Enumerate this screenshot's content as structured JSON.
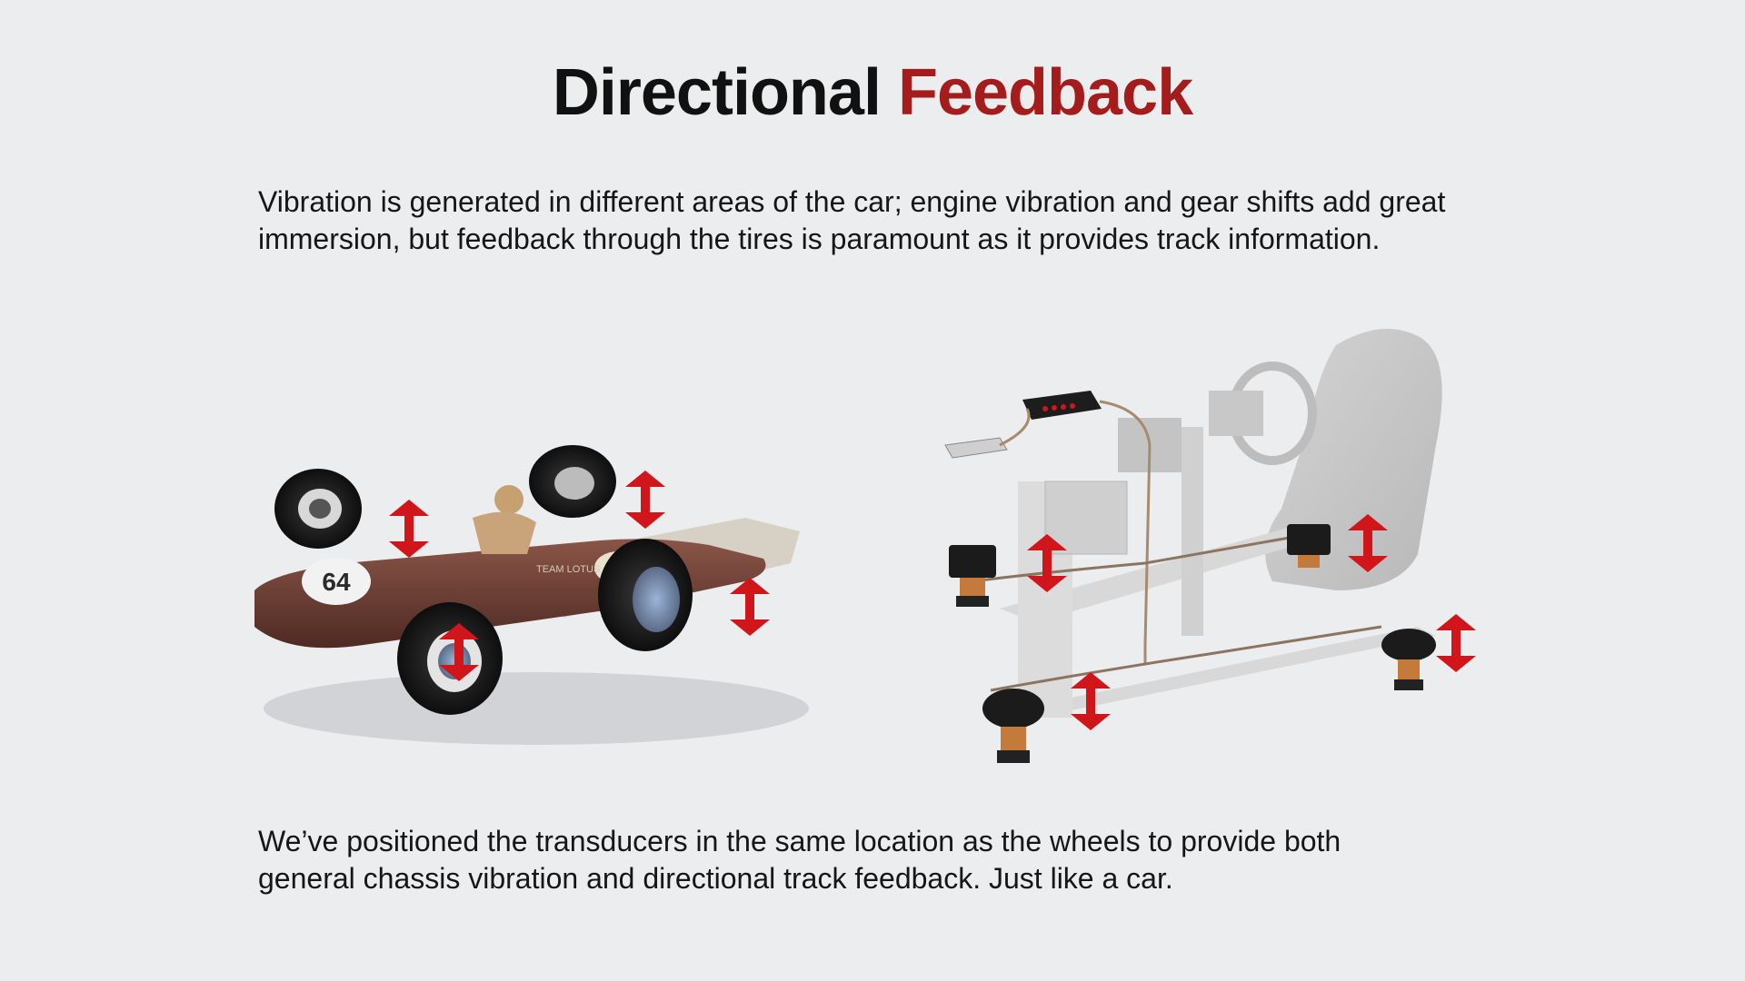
{
  "title": {
    "main": "Directional",
    "accent": "Feedback"
  },
  "intro": {
    "line1": "Vibration is generated in different areas of the car; engine vibration and gear shifts add great",
    "line2": "immersion, but feedback through the tires is paramount as it provides track information."
  },
  "outro": {
    "line1": "We’ve positioned the transducers in the same location as the wheels to provide both",
    "line2": "general chassis vibration and directional track feedback. Just like a car."
  },
  "car": {
    "number": "64",
    "number_alt": "64",
    "livery_text": "TEAM LOTUS"
  },
  "colors": {
    "background": "#ecedef",
    "accent": "#a51c1c",
    "arrow": "#d0151b",
    "car_body": "#6a3a30",
    "text": "#161616"
  },
  "icons": {
    "vibration_arrow": "double-headed-vertical-arrow"
  }
}
